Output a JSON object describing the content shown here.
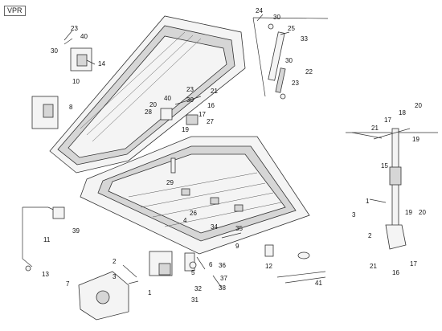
{
  "tag": "VPR",
  "callouts": [
    "23",
    "40",
    "30",
    "14",
    "10",
    "8",
    "24",
    "30",
    "25",
    "33",
    "30",
    "22",
    "23",
    "23",
    "21",
    "40",
    "30",
    "16",
    "17",
    "20",
    "28",
    "27",
    "19",
    "29",
    "18",
    "20",
    "17",
    "21",
    "19",
    "15",
    "1",
    "3",
    "2",
    "19",
    "20",
    "21",
    "16",
    "17",
    "26",
    "4",
    "34",
    "35",
    "9",
    "36",
    "37",
    "38",
    "12",
    "41",
    "11",
    "39",
    "13",
    "7",
    "2",
    "3",
    "1",
    "5",
    "6",
    "32",
    "31"
  ]
}
